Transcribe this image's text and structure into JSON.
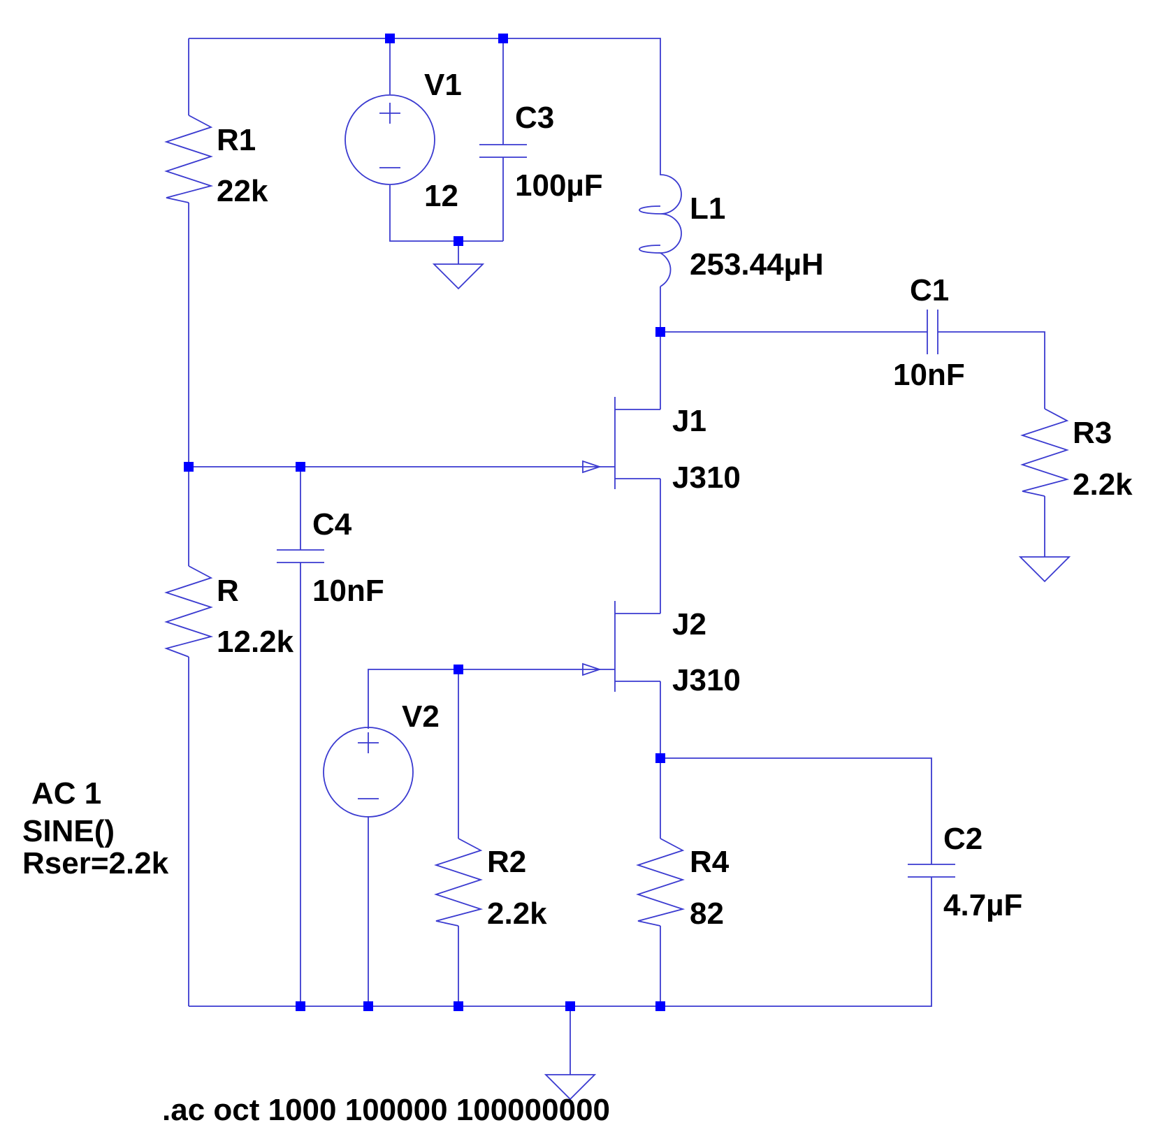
{
  "colors": {
    "wire": "#3a3ad0",
    "node": "#0000ff",
    "text": "#000000",
    "background": "#ffffff"
  },
  "components": {
    "R1": {
      "name": "R1",
      "value": "22k"
    },
    "V1": {
      "name": "V1",
      "value": "12"
    },
    "C3": {
      "name": "C3",
      "value": "100µF"
    },
    "L1": {
      "name": "L1",
      "value": "253.44µH"
    },
    "C1": {
      "name": "C1",
      "value": "10nF"
    },
    "J1": {
      "name": "J1",
      "value": "J310"
    },
    "R3": {
      "name": "R3",
      "value": "2.2k"
    },
    "C4": {
      "name": "C4",
      "value": "10nF"
    },
    "R": {
      "name": "R",
      "value": "12.2k"
    },
    "J2": {
      "name": "J2",
      "value": "J310"
    },
    "V2": {
      "name": "V2",
      "value": ""
    },
    "R2": {
      "name": "R2",
      "value": "2.2k"
    },
    "R4": {
      "name": "R4",
      "value": "82"
    },
    "C2": {
      "name": "C2",
      "value": "4.7µF"
    }
  },
  "v2_params": {
    "line1": "AC 1",
    "line2": "SINE()",
    "line3": "Rser=2.2k"
  },
  "directive": ".ac oct 1000 100000 100000000"
}
